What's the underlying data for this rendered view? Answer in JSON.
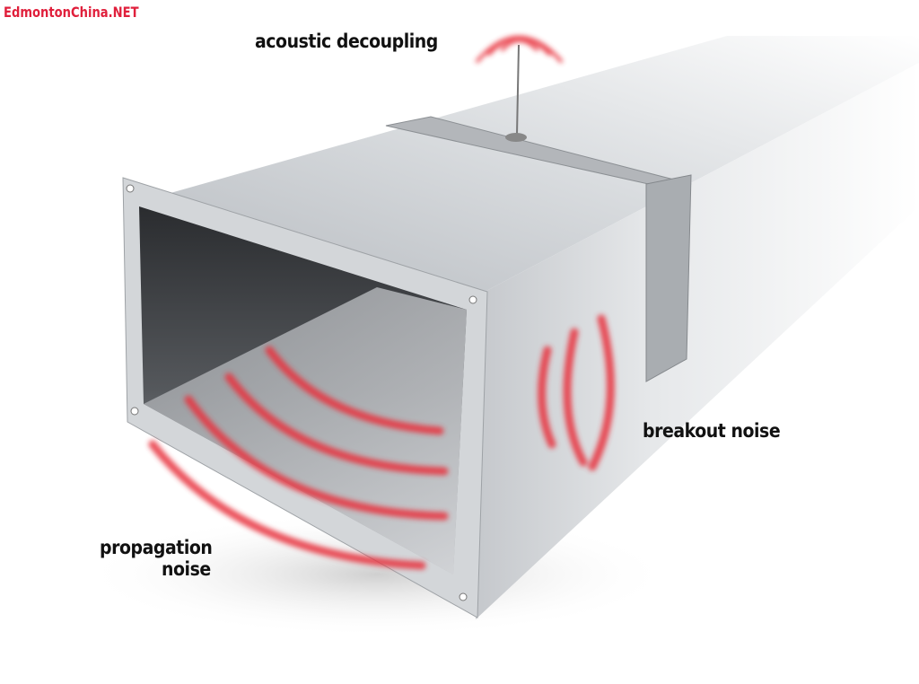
{
  "watermark": "EdmontonChina.NET",
  "labels": {
    "acoustic_decoupling": "acoustic decoupling",
    "breakout_noise": "breakout noise",
    "propagation_noise_line1": "propagation",
    "propagation_noise_line2": "noise"
  },
  "colors": {
    "sound_wave": "#e8323c",
    "metal": "#c9ccd0"
  }
}
